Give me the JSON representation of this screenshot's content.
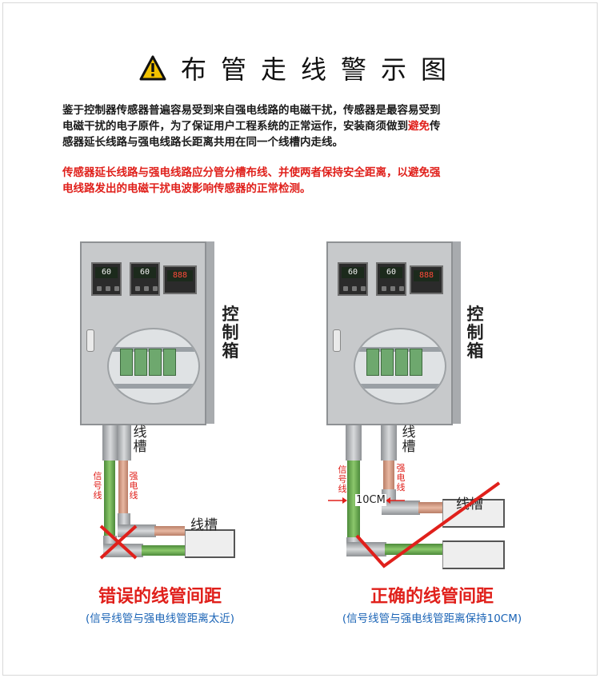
{
  "header": {
    "title": "布管走线警示图",
    "icon": "warning-triangle-icon",
    "icon_color": "#f2c200"
  },
  "intro": {
    "line1": "鉴于控制器传感器普遍容易受到来自强电线路的电磁干扰，传感器是最容易受到",
    "line2": "电磁干扰的电子原件，为了保证用户工程系统的正常运作，安装商须做到",
    "line2_red": "避免",
    "line2_end": "传",
    "line3": "感器延长线路与强电线路长距离共用在同一个线槽内走线。"
  },
  "warning": {
    "line1": "传感器延长线路与强电线路应分管分槽布线、并使两者保持安全距离，以避免强",
    "line2": "电线路发出的电磁干扰电波影响传感器的正常检测。"
  },
  "colors": {
    "accent_red": "#e0201b",
    "caption_blue": "#1b64b6",
    "signal_green": "#6fb34f",
    "power_pink": "#d99a83"
  },
  "meters": [
    "60",
    "60",
    "888"
  ],
  "left_scene": {
    "cabinet_label": [
      "控",
      "制",
      "箱"
    ],
    "duct_top_label": [
      "线",
      "槽"
    ],
    "signal_label": [
      "信",
      "号",
      "线"
    ],
    "power_label": [
      "强",
      "电",
      "线"
    ],
    "duct_side_label": "线槽",
    "caption": "错误的线管间距",
    "subcaption": "(信号线管与强电线管距离太近)",
    "mark": "cross-icon"
  },
  "right_scene": {
    "cabinet_label": [
      "控",
      "制",
      "箱"
    ],
    "duct_top_label": [
      "线",
      "槽"
    ],
    "signal_label": [
      "信",
      "号",
      "线"
    ],
    "power_label": [
      "强",
      "电",
      "线"
    ],
    "distance": "10CM",
    "duct_side_label": "线槽",
    "caption": "正确的线管间距",
    "subcaption": "(信号线管与强电线管距离保持10CM)",
    "mark": "check-icon"
  }
}
